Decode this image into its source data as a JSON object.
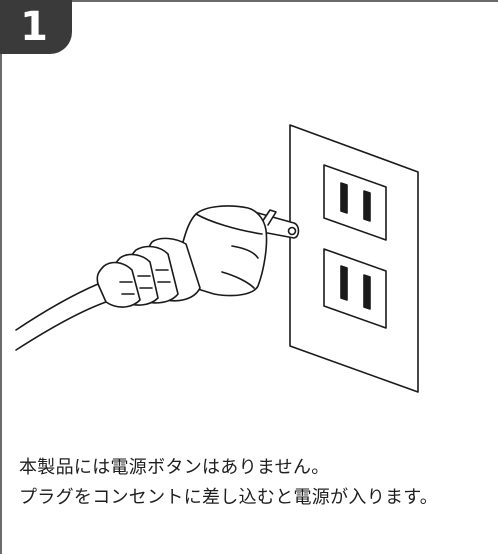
{
  "step": {
    "number": "1"
  },
  "illustration": {
    "icon": "power-plug-into-wall-outlet-icon"
  },
  "caption": {
    "line1": "本製品には電源ボタンはありません。",
    "line2": "プラグをコンセントに差し込むと電源が入ります。"
  },
  "colors": {
    "badge": "#3a3a3a",
    "frame": "#6b6b6b",
    "line_art": "#1a1a1a"
  }
}
